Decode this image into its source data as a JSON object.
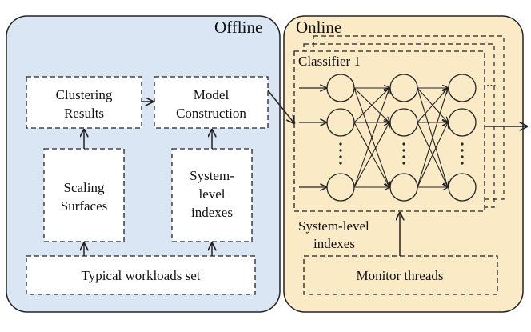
{
  "offline": {
    "title": "Offline",
    "clustering_results": [
      "Clustering",
      "Results"
    ],
    "model_construction": [
      "Model",
      "Construction"
    ],
    "scaling_surfaces": [
      "Scaling",
      "Surfaces"
    ],
    "system_indexes": [
      "System-",
      "level",
      "indexes"
    ],
    "typical_workloads": "Typical workloads set"
  },
  "online": {
    "title": "Online",
    "classifier_label": "Classifier 1",
    "ellipsis": "...",
    "system_indexes_label": [
      "System-level",
      "indexes"
    ],
    "monitor_threads": "Monitor threads"
  },
  "colors": {
    "offline_fill": "#dae6f3",
    "online_fill": "#fbeac6",
    "stroke": "#222222"
  }
}
